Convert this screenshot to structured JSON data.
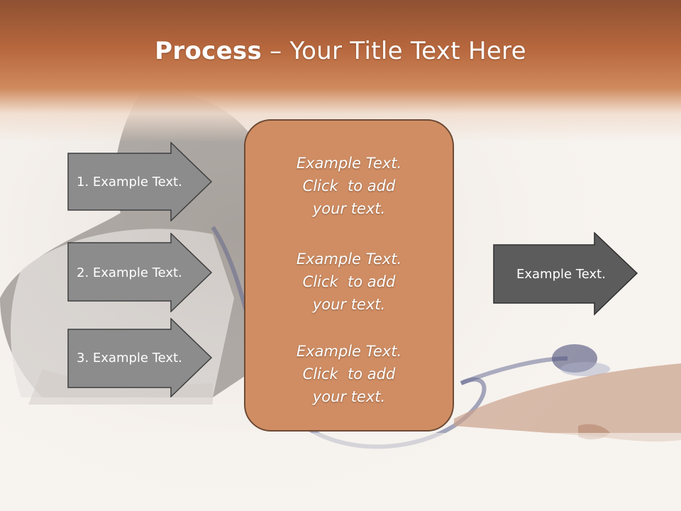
{
  "title": {
    "bold": "Process",
    "rest": " – Your Title Text Here"
  },
  "left_steps": [
    {
      "label": "1. Example Text."
    },
    {
      "label": "2. Example Text."
    },
    {
      "label": "3. Example Text."
    }
  ],
  "center_box": {
    "paragraphs": [
      {
        "lines": [
          "Example Text.",
          "Click  to add",
          "your text."
        ]
      },
      {
        "lines": [
          "Example Text.",
          "Click  to add",
          "your text."
        ]
      },
      {
        "lines": [
          "Example Text.",
          "Click  to add",
          "your text."
        ]
      }
    ]
  },
  "result_arrow": {
    "label": "Example Text."
  },
  "colors": {
    "title_band": "#b8683e",
    "center_box_fill": "#d08d63",
    "step_arrow_fill": "#8c8c8c",
    "result_arrow_fill": "#5c5c5c"
  },
  "background_image": {
    "icon": "doctor-stethoscope-photo"
  }
}
